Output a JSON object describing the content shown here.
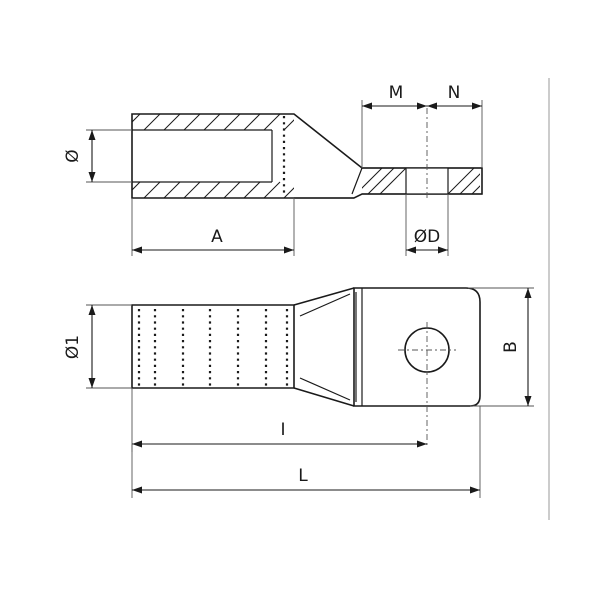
{
  "drawing": {
    "labels": {
      "dia": "Ø",
      "dia1": "Ø1",
      "a": "A",
      "m": "M",
      "n": "N",
      "od": "ØD",
      "b": "B",
      "i": "I",
      "l": "L"
    },
    "colors": {
      "line": "#1a1a1a",
      "background": "#ffffff"
    }
  }
}
